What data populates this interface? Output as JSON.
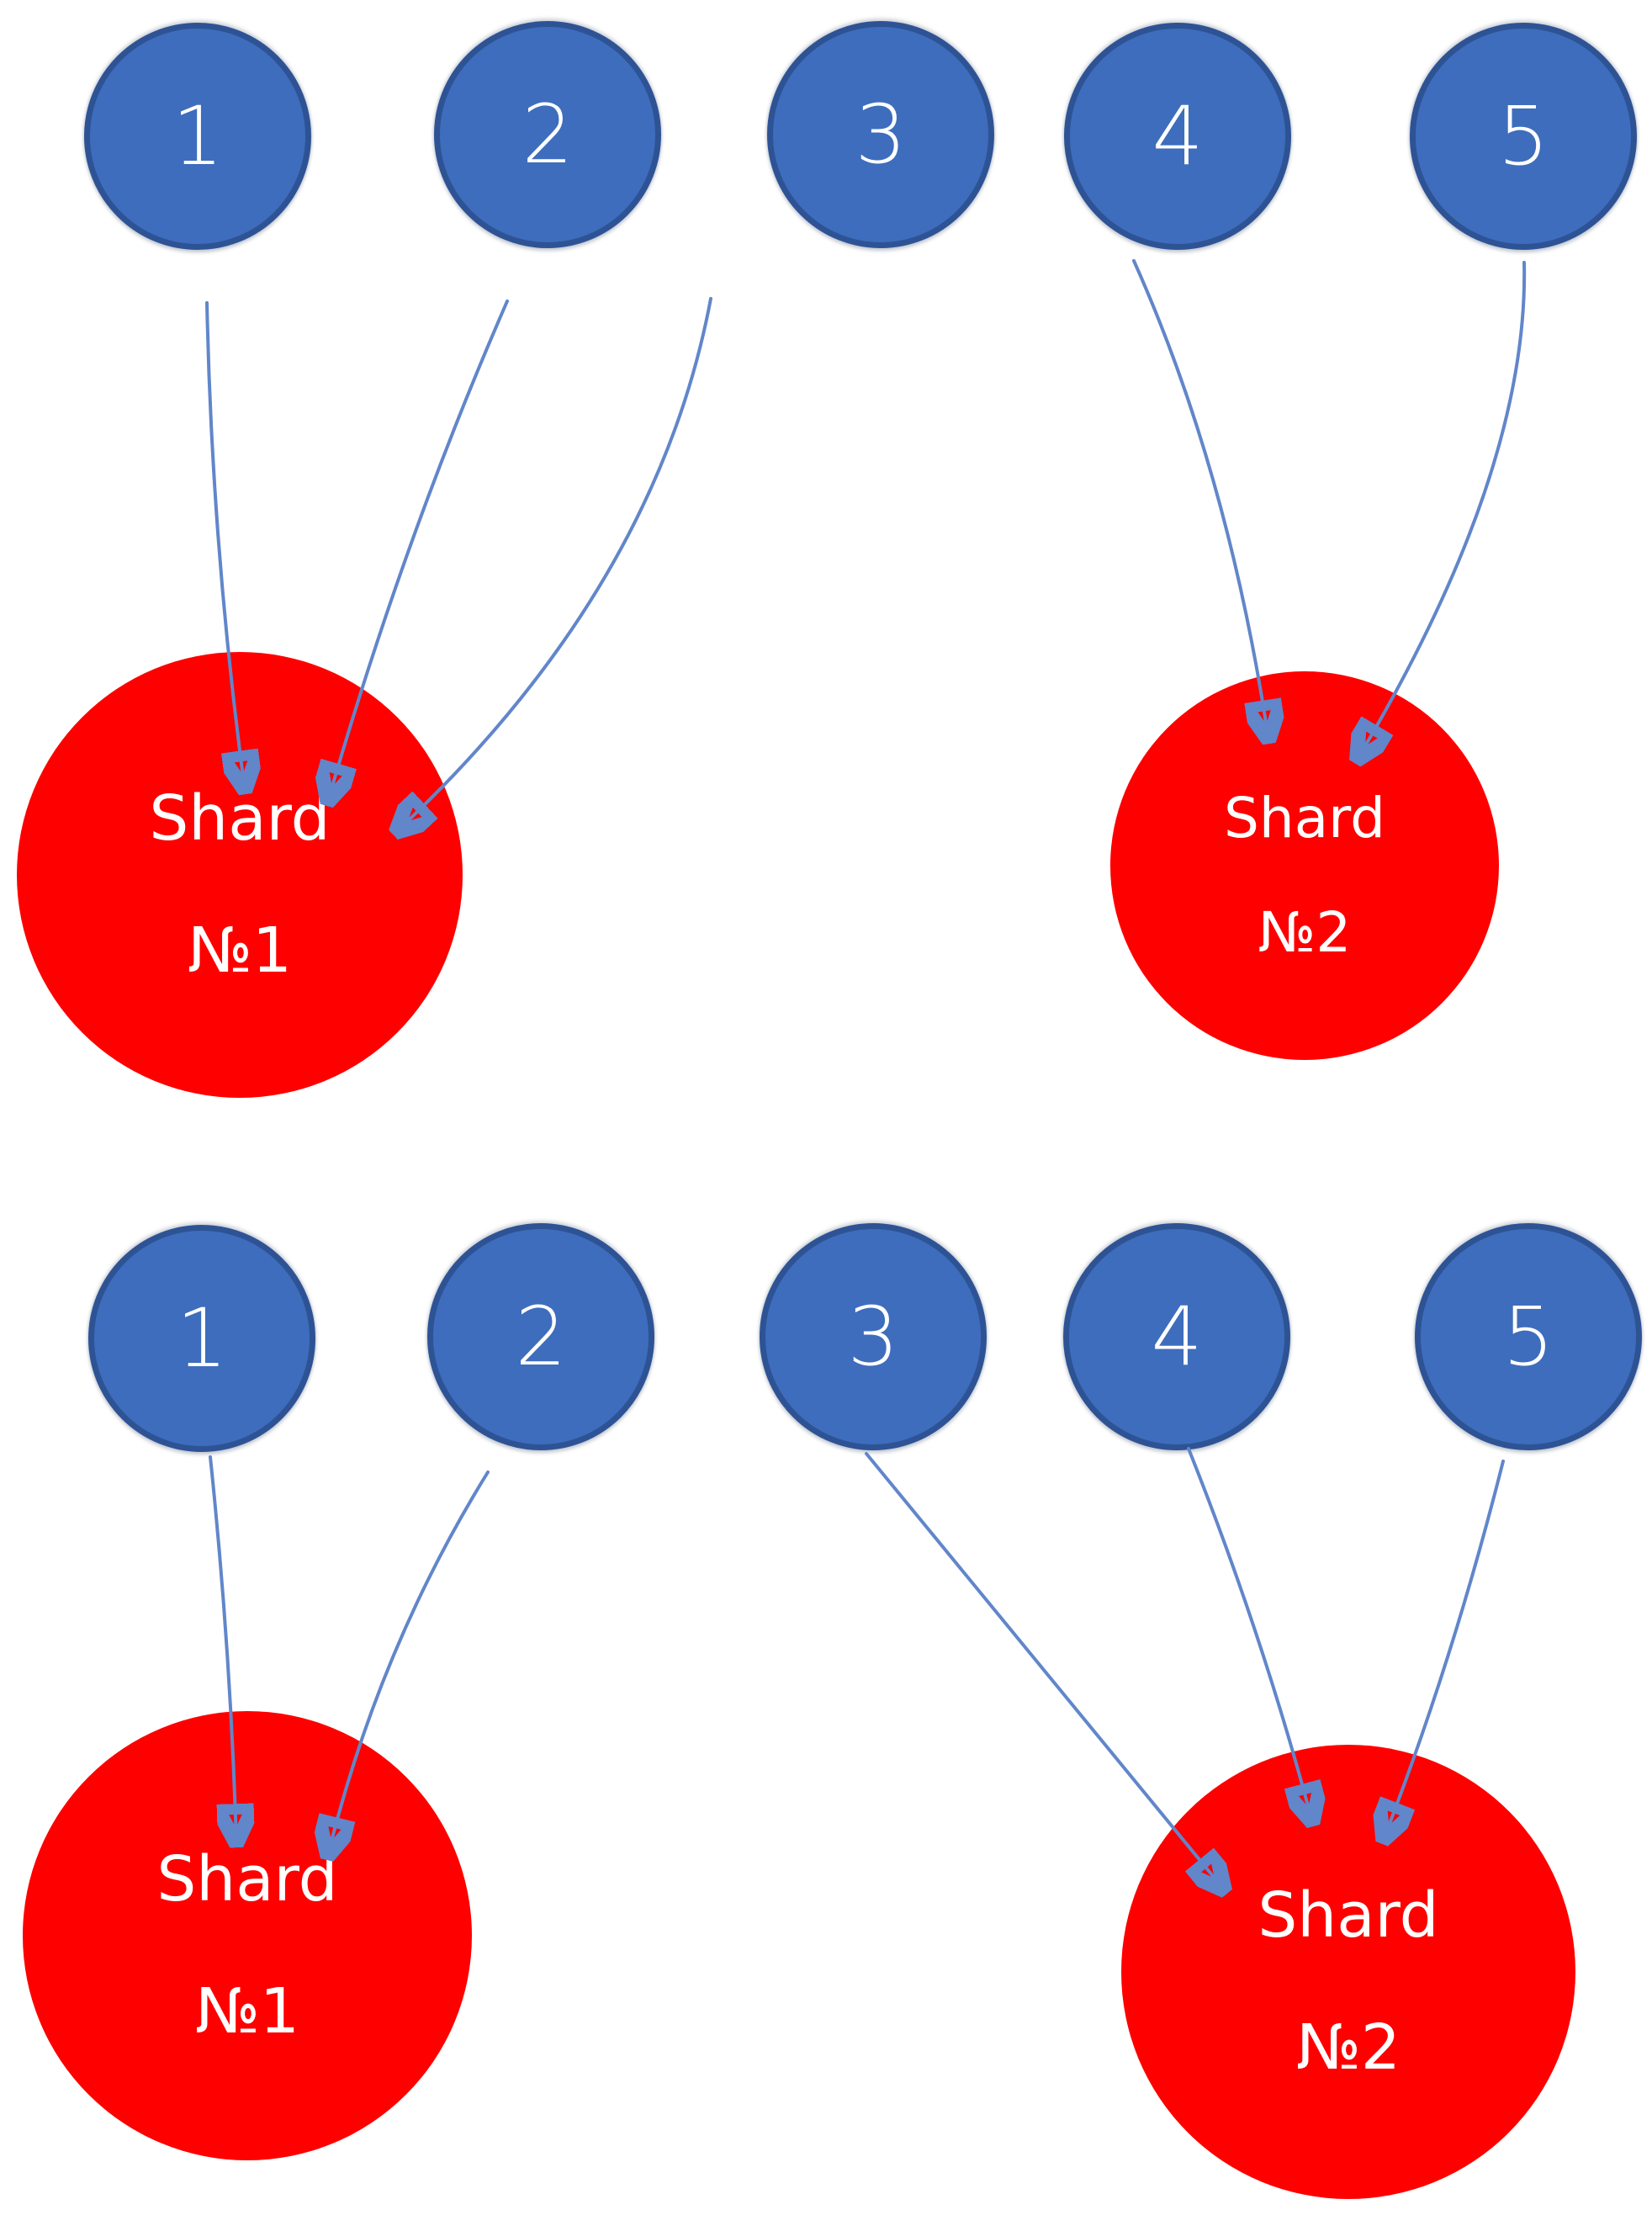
{
  "colors": {
    "node_fill": "#3E6DBD",
    "node_border": "#2E5395",
    "shard_fill": "#FF0000",
    "arrow_line": "#6186CA",
    "arrow_head": "#4472C4",
    "label_text": "#FFFFFF"
  },
  "top_diagram": {
    "nodes": [
      "1",
      "2",
      "3",
      "4",
      "5"
    ],
    "shards": [
      {
        "line1": "Shard",
        "line2": "№1"
      },
      {
        "line1": "Shard",
        "line2": "№2"
      }
    ]
  },
  "bottom_diagram": {
    "nodes": [
      "1",
      "2",
      "3",
      "4",
      "5"
    ],
    "shards": [
      {
        "line1": "Shard",
        "line2": "№1"
      },
      {
        "line1": "Shard",
        "line2": "№2"
      }
    ]
  }
}
